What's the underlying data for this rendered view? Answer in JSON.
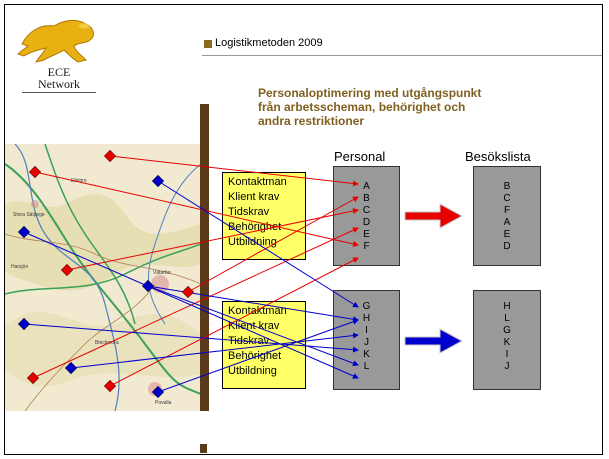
{
  "header": {
    "title": "Logistikmetoden  2009"
  },
  "logo": {
    "line1": "ECE",
    "line2": "Network"
  },
  "subtitle": {
    "line1": "Personaloptimering med utgångspunkt",
    "line2": "från arbetsscheman, behörighet och",
    "line3": "andra restriktioner"
  },
  "columns": {
    "personal": "Personal",
    "besokslista": "Besökslista"
  },
  "criteria": [
    "Kontaktman",
    "Klient krav",
    "Tidskrav",
    "Behörighet",
    "Utbildning"
  ],
  "personal_top": [
    "A",
    "B",
    "C",
    "D",
    "E",
    "F"
  ],
  "personal_bottom": [
    "G",
    "H",
    "I",
    "J",
    "K",
    "L"
  ],
  "visits_top": [
    "B",
    "C",
    "F",
    "A",
    "E",
    "D"
  ],
  "visits_bottom": [
    "H",
    "L",
    "G",
    "K",
    "I",
    "J"
  ],
  "map_places": [
    "Ellebro",
    "Stora Sälpege",
    "Harsjön",
    "Vätarbo",
    "Bleckmora",
    "Povalla"
  ],
  "colors": {
    "red": "#e60000",
    "blue": "#0000cc",
    "yellow": "#ffff66",
    "gray": "#999999",
    "brown": "#5a3a18",
    "subtitle": "#806020"
  }
}
